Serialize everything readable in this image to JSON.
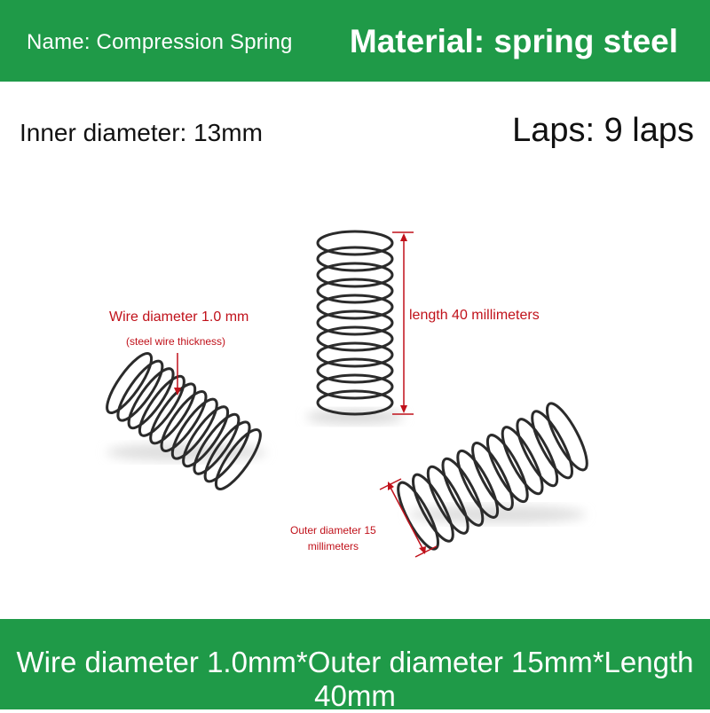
{
  "header": {
    "name": "Name: Compression Spring",
    "material": "Material: spring steel"
  },
  "specs": {
    "inner_diameter": "Inner diameter: 13mm",
    "laps": "Laps: 9 laps"
  },
  "annotations": {
    "wire_diameter": "Wire diameter 1.0 mm",
    "wire_note": "(steel wire thickness)",
    "length": "length 40 millimeters",
    "outer_diameter_line1": "Outer diameter 15",
    "outer_diameter_line2": "millimeters"
  },
  "footer": {
    "summary": "Wire diameter 1.0mm*Outer diameter 15mm*Length 40mm"
  },
  "colors": {
    "banner": "#1f9a48",
    "annotation": "#c0111a",
    "spring": "#2b2b2b"
  }
}
